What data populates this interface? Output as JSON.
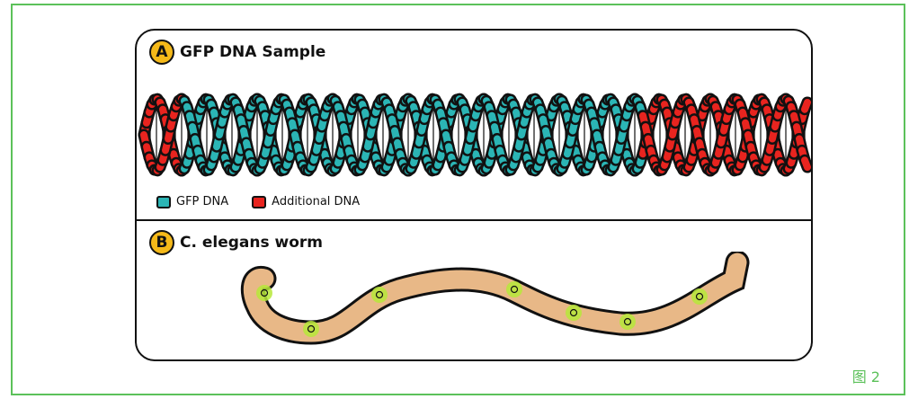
{
  "panel_a": {
    "letter": "A",
    "title": "GFP DNA Sample"
  },
  "legend": [
    {
      "label": "GFP DNA",
      "color": "#2bb5b5"
    },
    {
      "label": "Additional DNA",
      "color": "#e8241f"
    }
  ],
  "panel_b": {
    "letter": "B",
    "title": "C. elegans worm"
  },
  "figure_label": "图 2",
  "colors": {
    "gfp": "#2bb5b5",
    "additional": "#e8241f",
    "worm": "#e8b887",
    "glow": "#b6e83a",
    "badge": "#f5b919",
    "frame": "#5cc15a"
  }
}
